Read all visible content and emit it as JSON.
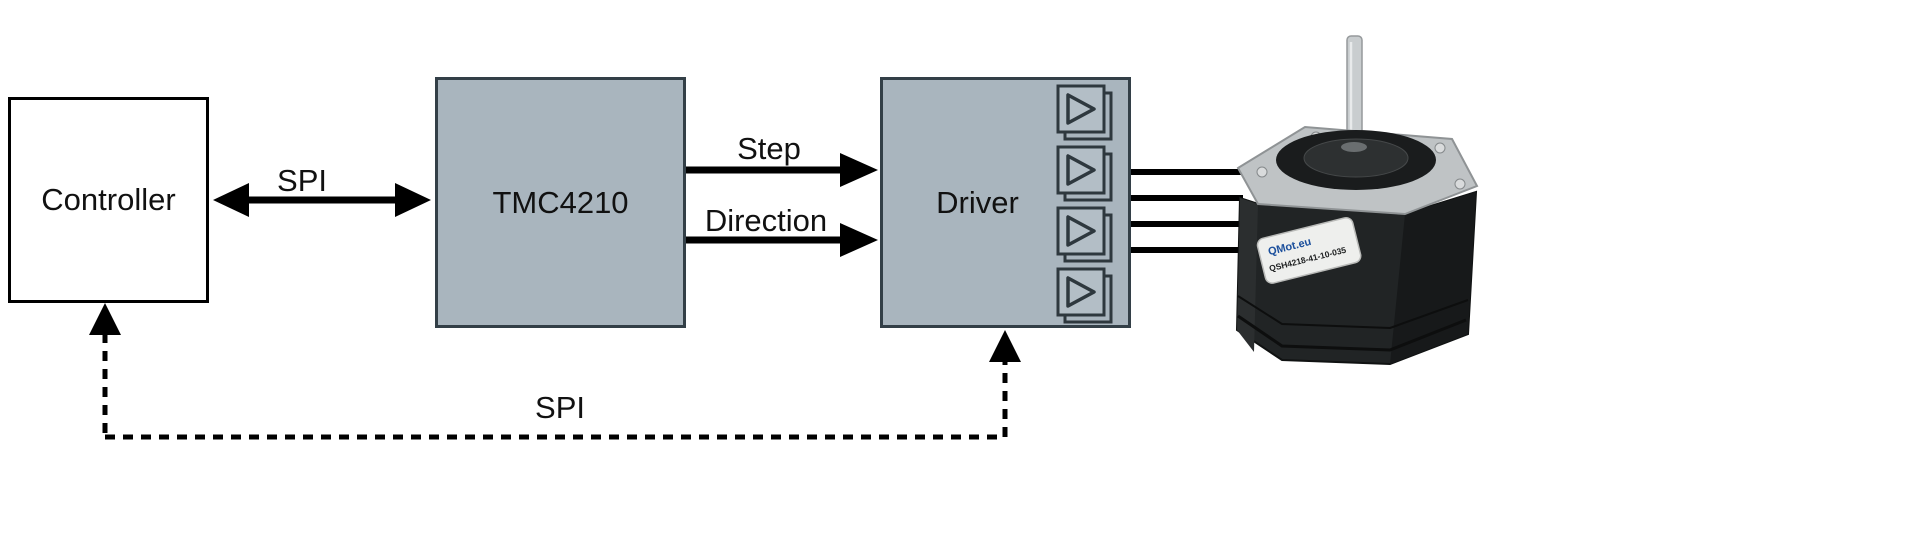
{
  "diagram": {
    "nodes": {
      "controller": {
        "label": "Controller"
      },
      "tmc4210": {
        "label": "TMC4210"
      },
      "driver": {
        "label": "Driver"
      }
    },
    "edges": {
      "spi_top": {
        "label": "SPI"
      },
      "step": {
        "label": "Step"
      },
      "direction": {
        "label": "Direction"
      },
      "spi_bottom": {
        "label": "SPI"
      }
    },
    "motor": {
      "brand": "QMot.eu",
      "model": "QSH4218-41-10-035"
    },
    "icons": {
      "driver_output": "buffer-triangle-icon",
      "motor": "stepper-motor-image"
    },
    "colors": {
      "block_fill": "#a9b5be",
      "block_border": "#333f47",
      "controller_fill": "#ffffff",
      "line_color": "#000000",
      "background": "#ffffff"
    }
  }
}
